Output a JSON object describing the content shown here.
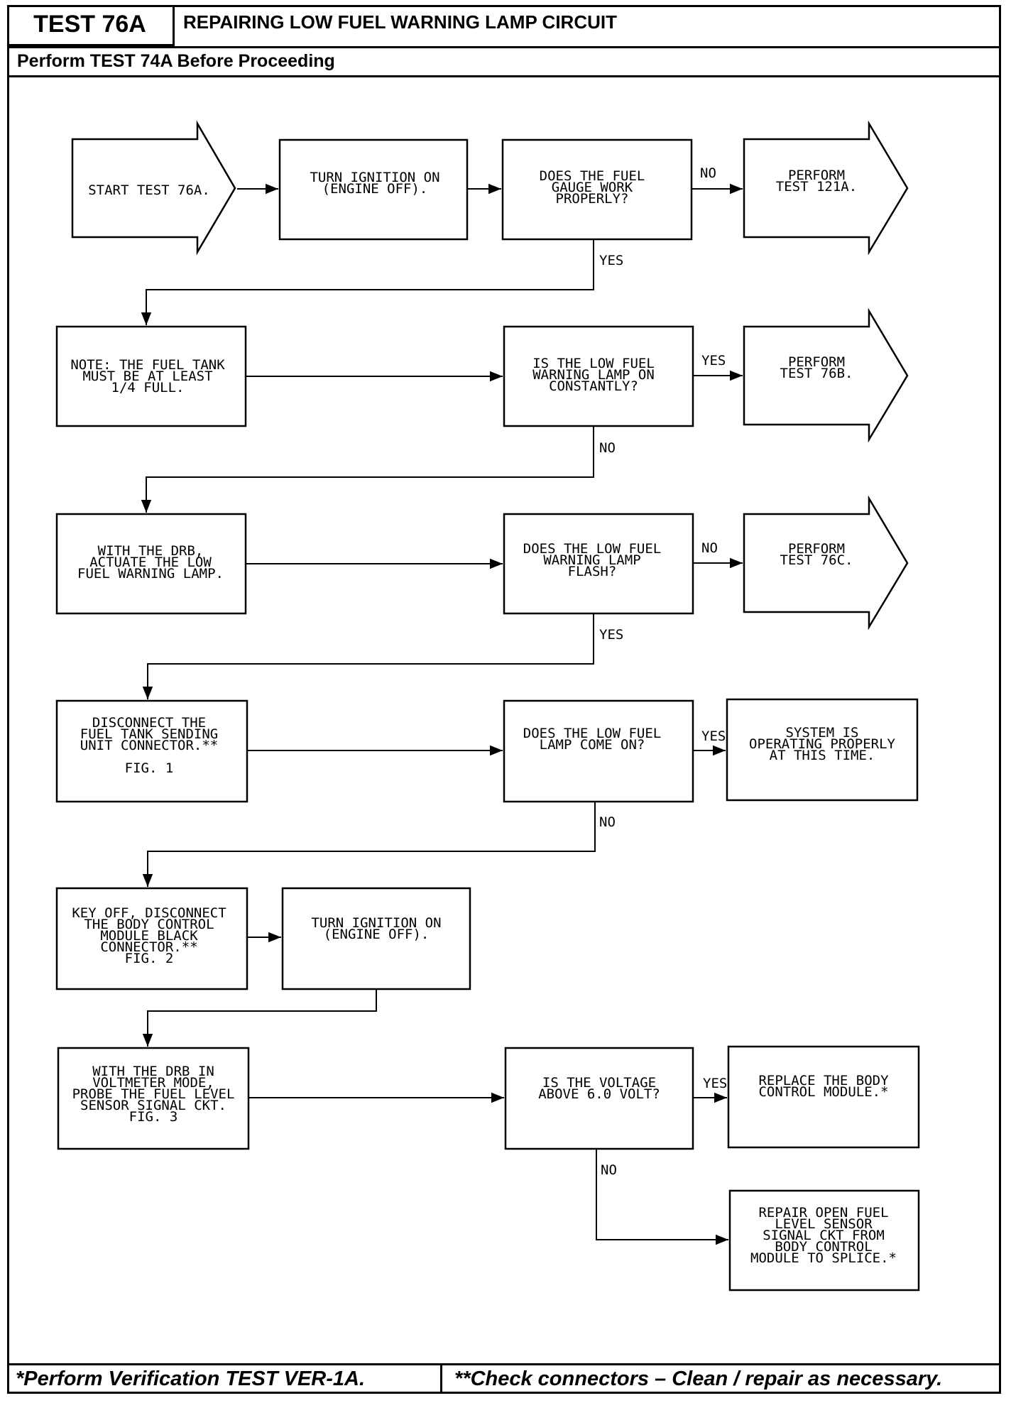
{
  "header": {
    "test_id": "TEST 76A",
    "title": "REPAIRING LOW FUEL WARNING LAMP CIRCUIT",
    "prerequisite": "Perform TEST 74A Before Proceeding"
  },
  "footer": {
    "left_note": "*Perform Verification TEST VER-1A.",
    "right_note": "**Check connectors – Clean / repair as necessary."
  },
  "nodes": {
    "start": [
      "START TEST 76A."
    ],
    "ign_on_1": [
      "TURN IGNITION ON",
      "(ENGINE OFF)."
    ],
    "q_gauge": [
      "DOES THE FUEL",
      "GAUGE WORK",
      "PROPERLY?"
    ],
    "perform_121a": [
      "PERFORM",
      "TEST 121A."
    ],
    "note_tank": [
      "NOTE: THE FUEL TANK",
      "MUST BE AT LEAST",
      "1/4 FULL."
    ],
    "q_lamp_constant": [
      "IS THE LOW FUEL",
      "WARNING LAMP ON",
      "CONSTANTLY?"
    ],
    "perform_76b": [
      "PERFORM",
      "TEST 76B."
    ],
    "drb_actuate": [
      "WITH THE DRB,",
      "ACTUATE THE LOW",
      "FUEL WARNING LAMP."
    ],
    "q_lamp_flash": [
      "DOES THE LOW FUEL",
      "WARNING LAMP",
      "FLASH?"
    ],
    "perform_76c": [
      "PERFORM",
      "TEST 76C."
    ],
    "disconnect_sender": [
      "DISCONNECT THE",
      "FUEL TANK SENDING",
      "UNIT CONNECTOR.**",
      "",
      "FIG. 1"
    ],
    "q_lamp_on": [
      "DOES THE LOW FUEL",
      "LAMP COME ON?"
    ],
    "system_ok": [
      "SYSTEM IS",
      "OPERATING PROPERLY",
      "AT THIS TIME."
    ],
    "key_off_bcm": [
      "KEY OFF, DISCONNECT",
      "THE BODY CONTROL",
      "MODULE BLACK",
      "CONNECTOR.**",
      "FIG. 2"
    ],
    "ign_on_2": [
      "TURN IGNITION ON",
      "(ENGINE OFF)."
    ],
    "drb_voltmeter": [
      "WITH THE DRB IN",
      "VOLTMETER MODE,",
      "PROBE THE FUEL LEVEL",
      "SENSOR SIGNAL CKT.",
      "FIG. 3"
    ],
    "q_voltage": [
      "IS THE VOLTAGE",
      "ABOVE 6.0 VOLT?"
    ],
    "replace_bcm": [
      "REPLACE THE BODY",
      "CONTROL MODULE.*"
    ],
    "repair_open": [
      "REPAIR OPEN FUEL",
      "LEVEL SENSOR",
      "SIGNAL CKT FROM",
      "BODY CONTROL",
      "MODULE TO SPLICE.*"
    ]
  },
  "labels": {
    "gauge_no": "NO",
    "gauge_yes": "YES",
    "constant_yes": "YES",
    "constant_no": "NO",
    "flash_no": "NO",
    "flash_yes": "YES",
    "lamp_on_yes": "YES",
    "lamp_on_no": "NO",
    "voltage_yes": "YES",
    "voltage_no": "NO"
  }
}
